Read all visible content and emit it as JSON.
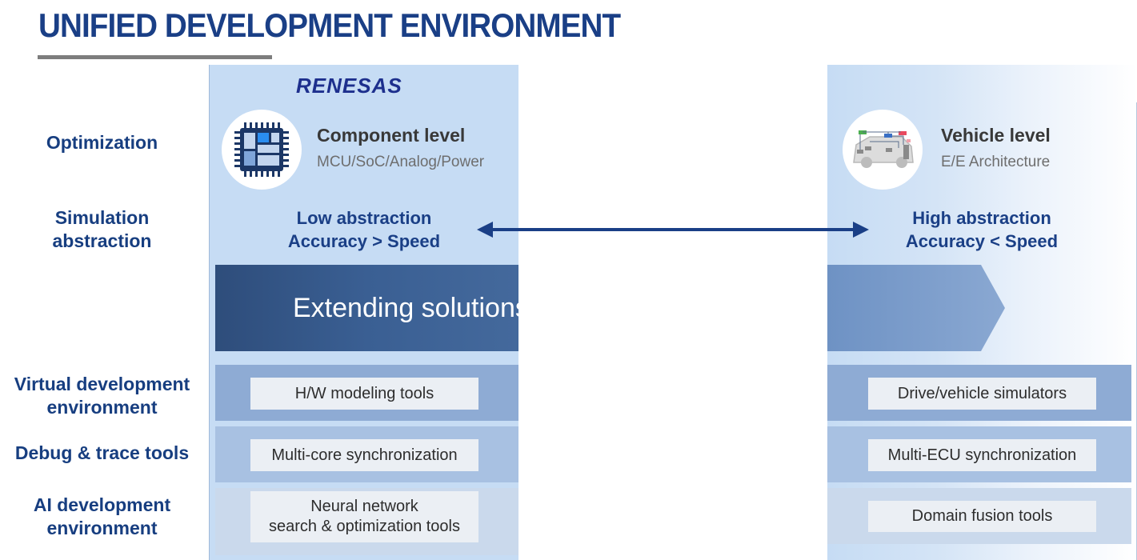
{
  "page": {
    "title": "UNIFIED DEVELOPMENT ENVIRONMENT"
  },
  "row_labels": {
    "optimization": "Optimization",
    "simulation_line1": "Simulation",
    "simulation_line2": "abstraction",
    "virtual_line1": "Virtual development",
    "virtual_line2": "environment",
    "debug": "Debug & trace tools",
    "ai_line1": "AI development",
    "ai_line2": "environment"
  },
  "left": {
    "logo": "RENESAS",
    "icon": "chip-icon",
    "level_title": "Component level",
    "level_subtitle": "MCU/SoC/Analog/Power",
    "abstraction_line1": "Low abstraction",
    "abstraction_line2": "Accuracy > Speed",
    "band_text": "Extending solutions",
    "tools": {
      "virtual": "H/W modeling tools",
      "debug": "Multi-core synchronization",
      "ai_line1": "Neural network",
      "ai_line2": "search & optimization tools"
    }
  },
  "right": {
    "icon": "vehicle-architecture-icon",
    "level_title": "Vehicle level",
    "level_subtitle": "E/E Architecture",
    "abstraction_line1": "High abstraction",
    "abstraction_line2": "Accuracy < Speed",
    "tools": {
      "virtual": "Drive/vehicle simulators",
      "debug": "Multi-ECU synchronization",
      "ai": "Domain fusion tools"
    }
  },
  "arrow": {
    "icon": "double-arrow-icon"
  },
  "colors": {
    "title": "#1a3f86",
    "column_fill": "#c6dcf4",
    "band_dark": "#2e4d7b",
    "band_light": "#7596c4",
    "tool_band_virtual": "#8eabd4",
    "tool_band_debug": "#a8c1e2",
    "tool_band_ai": "#cad9ec",
    "tool_box": "#ebeff4"
  }
}
